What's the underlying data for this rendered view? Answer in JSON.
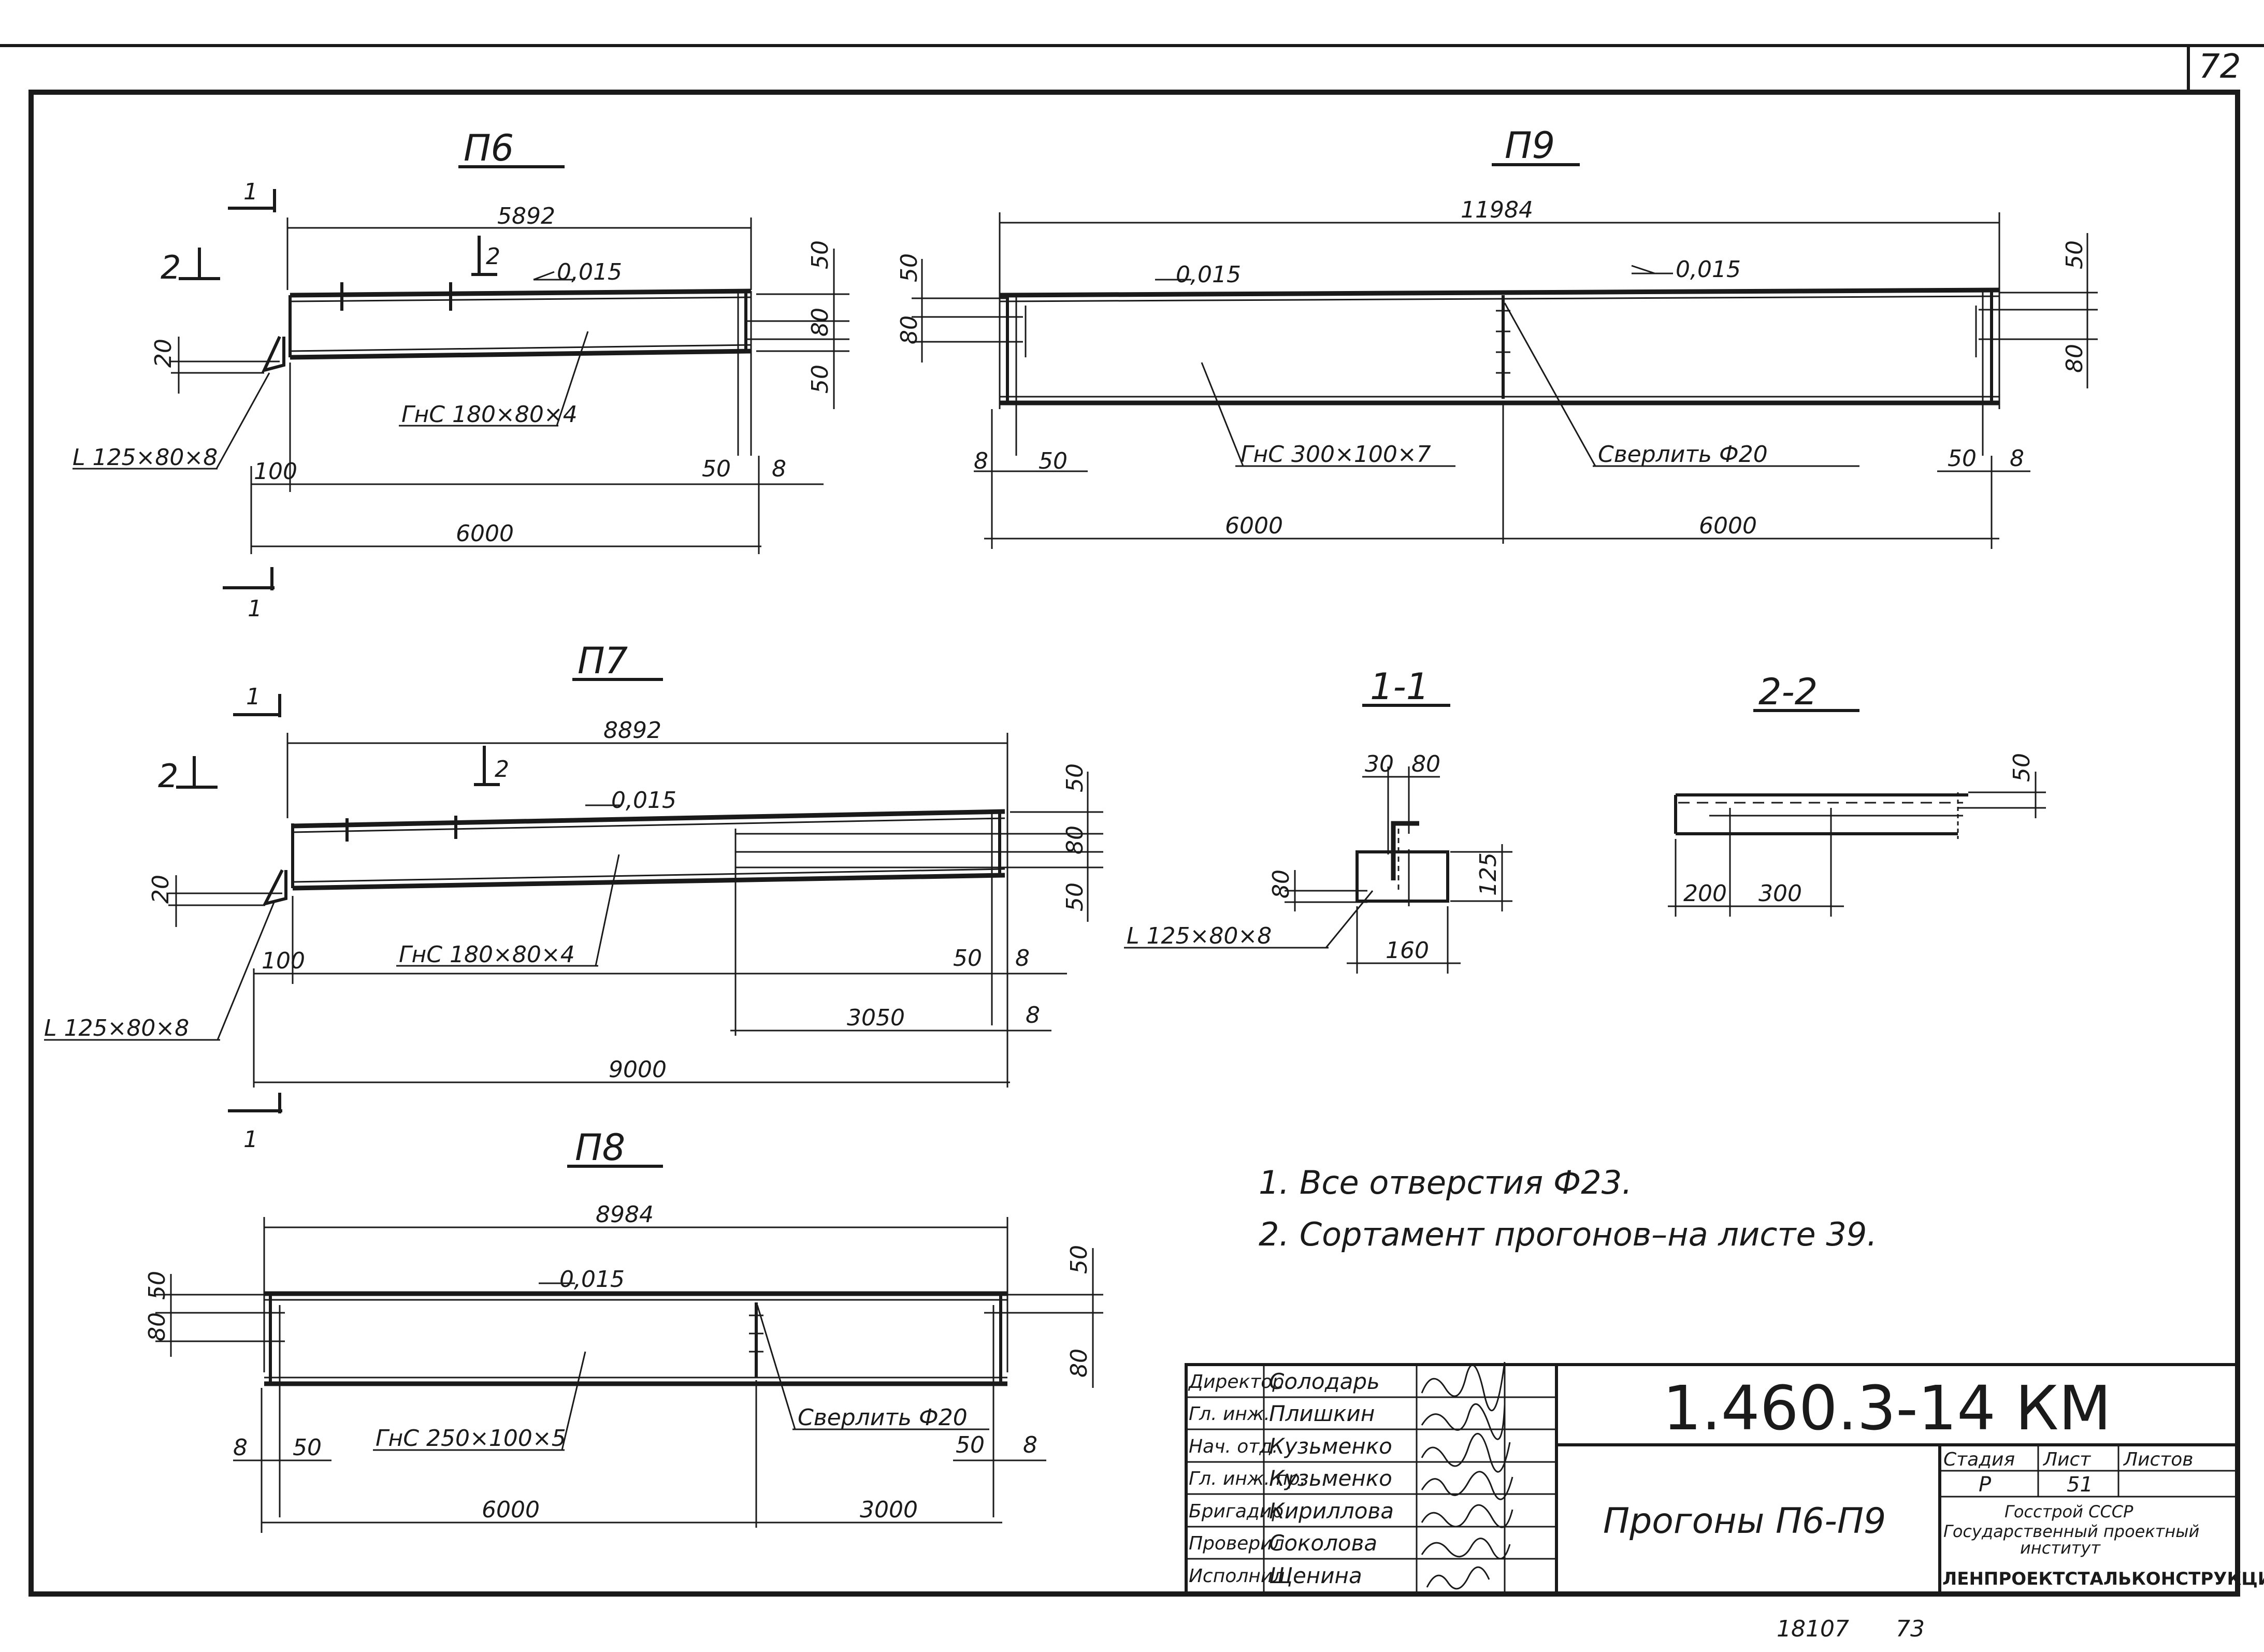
{
  "sheet": {
    "page_number": "72",
    "bottom_numbers": [
      "18107",
      "73"
    ]
  },
  "views": {
    "p6": {
      "title": "П6",
      "length_top": "5892",
      "slope": "0,015",
      "dims_right": [
        "50",
        "80",
        "50"
      ],
      "dim_left": "20",
      "angle_label": "L 125×80×8",
      "channel_label": "ГнС 180×80×4",
      "dims_bottom": [
        "100",
        "50",
        "8"
      ],
      "length_total": "6000",
      "section_mark": "1",
      "view_mark": "2"
    },
    "p9": {
      "title": "П9",
      "length_top": "11984",
      "slope_left": "0,015",
      "slope_right": "0,015",
      "dims_left": [
        "50",
        "80"
      ],
      "dims_right": [
        "50",
        "80"
      ],
      "channel_label": "ГнС 300×100×7",
      "drill_label": "Сверлить Ф20",
      "dims_bottom_left": [
        "8",
        "50"
      ],
      "dims_bottom_right": [
        "50",
        "8"
      ],
      "length_left": "6000",
      "length_right": "6000"
    },
    "p7": {
      "title": "П7",
      "length_top": "8892",
      "slope": "0,015",
      "dims_right": [
        "50",
        "80",
        "50"
      ],
      "dim_left": "20",
      "angle_label": "L 125×80×8",
      "channel_label": "ГнС 180×80×4",
      "dims_bottom": [
        "100",
        "50",
        "8"
      ],
      "length_part": "3050",
      "length_part_right": "8",
      "length_total": "9000",
      "section_mark": "1",
      "view_mark": "2"
    },
    "p8": {
      "title": "П8",
      "length_top": "8984",
      "slope": "0,015",
      "dims_left": [
        "50",
        "80"
      ],
      "dim_right": [
        "50",
        "80"
      ],
      "channel_label": "ГнС 250×100×5",
      "drill_label": "Сверлить Ф20",
      "dims_bottom_left": [
        "8",
        "50"
      ],
      "dims_bottom_right": [
        "50",
        "8"
      ],
      "length_left": "6000",
      "length_right": "3000"
    },
    "section_1_1": {
      "title": "1-1",
      "dims_top": [
        "30",
        "80"
      ],
      "dim_left": "80",
      "dim_right": "125",
      "dim_bottom": "160",
      "angle_label": "L 125×80×8"
    },
    "section_2_2": {
      "title": "2-2",
      "dim_right": "50",
      "dims_bottom": [
        "200",
        "300"
      ]
    }
  },
  "notes": [
    "1. Все отверстия Ф23.",
    "2. Сортамент прогонов–на листе 39."
  ],
  "title_block": {
    "roles": [
      "Директор",
      "Гл. инж.",
      "Нач. отд.",
      "Гл. инж. пр.",
      "Бригадир",
      "Проверил",
      "Исполнил"
    ],
    "names": [
      "Солодарь",
      "Плишкин",
      "Кузьменко",
      "Кузьменко",
      "Кириллова",
      "Соколова",
      "Щенина"
    ],
    "code": "1.460.3-14 КМ",
    "drawing_title": "Прогоны П6-П9",
    "stage_header": "Стадия",
    "sheet_header": "Лист",
    "sheets_header": "Листов",
    "stage": "Р",
    "sheet": "51",
    "org1": "Госстрой СССР",
    "org2": "Государственный проектный",
    "org3": "институт",
    "org4": "ЛЕНПРОЕКТСТАЛЬКОНСТРУКЦИЯ"
  }
}
